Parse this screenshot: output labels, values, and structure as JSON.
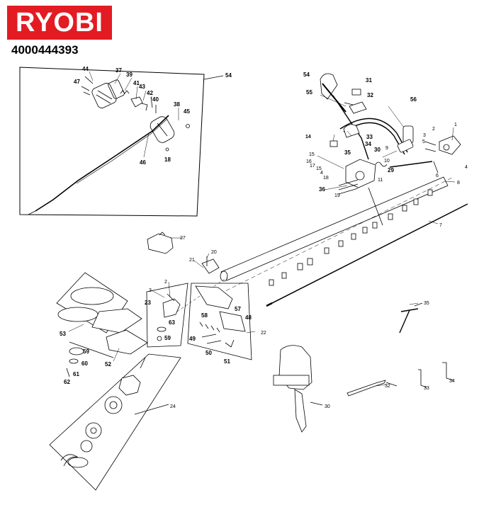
{
  "brand": "RYOBI",
  "part_number": "4000444393",
  "callouts": [
    {
      "id": "c44",
      "text": "44"
    },
    {
      "id": "c37",
      "text": "37"
    },
    {
      "id": "c47",
      "text": "47"
    },
    {
      "id": "c39",
      "text": "39"
    },
    {
      "id": "c41",
      "text": "41"
    },
    {
      "id": "c43",
      "text": "43"
    },
    {
      "id": "c42",
      "text": "42"
    },
    {
      "id": "c40",
      "text": "40"
    },
    {
      "id": "c38",
      "text": "38"
    },
    {
      "id": "c45",
      "text": "45"
    },
    {
      "id": "c46",
      "text": "46"
    },
    {
      "id": "c18a",
      "text": "18"
    },
    {
      "id": "c54a",
      "text": "54"
    },
    {
      "id": "c54b",
      "text": "54"
    },
    {
      "id": "c31",
      "text": "31"
    },
    {
      "id": "c55",
      "text": "55"
    },
    {
      "id": "c32a",
      "text": "32"
    },
    {
      "id": "c56",
      "text": "56"
    },
    {
      "id": "c14",
      "text": "14"
    },
    {
      "id": "c33a",
      "text": "33"
    },
    {
      "id": "c34a",
      "text": "34"
    },
    {
      "id": "c30a",
      "text": "30"
    },
    {
      "id": "c15a",
      "text": "15"
    },
    {
      "id": "c35a",
      "text": "35"
    },
    {
      "id": "c16",
      "text": "16"
    },
    {
      "id": "c17",
      "text": "17"
    },
    {
      "id": "c15b",
      "text": "15"
    },
    {
      "id": "c4a",
      "text": "4"
    },
    {
      "id": "c18b",
      "text": "18"
    },
    {
      "id": "c36",
      "text": "36"
    },
    {
      "id": "c19",
      "text": "19"
    },
    {
      "id": "c10",
      "text": "10"
    },
    {
      "id": "c29",
      "text": "29"
    },
    {
      "id": "c11",
      "text": "11"
    },
    {
      "id": "c9",
      "text": "9"
    },
    {
      "id": "c3a",
      "text": "3"
    },
    {
      "id": "c2a",
      "text": "2"
    },
    {
      "id": "c1",
      "text": "1"
    },
    {
      "id": "c5",
      "text": "5"
    },
    {
      "id": "c4b",
      "text": "4"
    },
    {
      "id": "c6",
      "text": "6"
    },
    {
      "id": "c8",
      "text": "8"
    },
    {
      "id": "c7",
      "text": "7"
    },
    {
      "id": "c27",
      "text": "27"
    },
    {
      "id": "c21",
      "text": "21"
    },
    {
      "id": "c20",
      "text": "20"
    },
    {
      "id": "c2b",
      "text": "2"
    },
    {
      "id": "c3b",
      "text": "3"
    },
    {
      "id": "c23",
      "text": "23"
    },
    {
      "id": "c63",
      "text": "63"
    },
    {
      "id": "c59a",
      "text": "59"
    },
    {
      "id": "c57",
      "text": "57"
    },
    {
      "id": "c48",
      "text": "48"
    },
    {
      "id": "c58",
      "text": "58"
    },
    {
      "id": "c49",
      "text": "49"
    },
    {
      "id": "c50",
      "text": "50"
    },
    {
      "id": "c51",
      "text": "51"
    },
    {
      "id": "c22",
      "text": "22"
    },
    {
      "id": "c53",
      "text": "53"
    },
    {
      "id": "c52",
      "text": "52"
    },
    {
      "id": "c59b",
      "text": "59"
    },
    {
      "id": "c60",
      "text": "60"
    },
    {
      "id": "c61",
      "text": "61"
    },
    {
      "id": "c62",
      "text": "62"
    },
    {
      "id": "c24",
      "text": "24"
    },
    {
      "id": "c35b",
      "text": "35"
    },
    {
      "id": "c32b",
      "text": "32"
    },
    {
      "id": "c30b",
      "text": "30"
    },
    {
      "id": "c33b",
      "text": "33"
    },
    {
      "id": "c34b",
      "text": "34"
    }
  ]
}
